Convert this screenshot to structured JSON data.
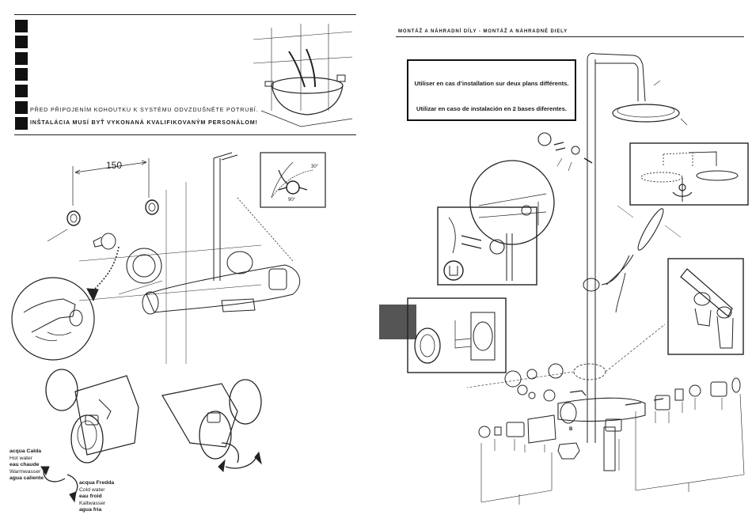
{
  "header": {
    "section_title": "MONTÁŽ A NÁHRADNÍ DÍLY - MONTÁŽ A NÁHRADNÉ DIELY"
  },
  "left_notes": {
    "note1": "PŘED PŘIPOJENÍM KOHOUTKU K SYSTÉMU ODVZDUŠNĚTE POTRUBÍ.",
    "note2": "INŠTALÁCIA MUSÍ BYŤ VYKONANÁ KVALIFIKOVANÝM PERSONÁLOM!"
  },
  "install_box": {
    "line1": "Utiliser en cas d’installation sur deux plans différents.",
    "line2": "Utilizar en caso de instalación en 2 bases diferentes."
  },
  "dimension": {
    "spacing": "150"
  },
  "angle_detail": {
    "angle_a": "30°",
    "angle_b": "90°"
  },
  "hot_water": {
    "it": "acqua Calda",
    "en": "Hot water",
    "fr": "eau chaude",
    "de": "Warmwasser",
    "es": "agua caliente"
  },
  "cold_water": {
    "it": "acqua Fredda",
    "en": "Cold water",
    "fr": "eau froid",
    "de": "Kaltwasser",
    "es": "agua fria"
  },
  "part_labels": {
    "b": "B"
  },
  "colors": {
    "ink": "#111111",
    "gray_block": "#555555"
  }
}
